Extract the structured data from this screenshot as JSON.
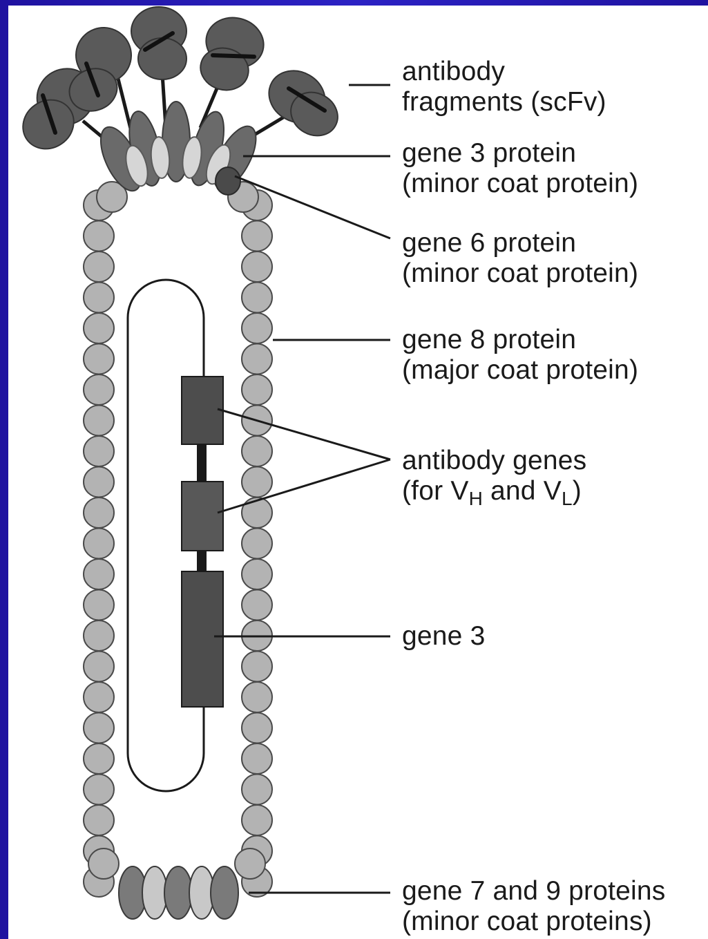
{
  "labels": {
    "antibody_fragments": [
      "antibody",
      "fragments (scFv)"
    ],
    "gene3_protein": [
      "gene 3 protein",
      "(minor coat protein)"
    ],
    "gene6_protein": [
      "gene 6 protein",
      "(minor coat protein)"
    ],
    "gene8_protein": [
      "gene 8 protein",
      "(major coat protein)"
    ],
    "antibody_genes": {
      "line1": "antibody genes",
      "line2_prefix": "(for V",
      "sub_h": "H",
      "line2_mid": " and V",
      "sub_l": "L",
      "line2_suffix": ")"
    },
    "gene3": [
      "gene 3"
    ],
    "gene7_9_proteins": [
      "gene 7 and 9 proteins",
      "(minor coat proteins)"
    ]
  },
  "colors": {
    "background_blue": "#2a1aa8",
    "panel": "#ffffff",
    "coat_protein": "#b3b3b3",
    "antibody_fragment": "#5a5a5a",
    "gene3_protein": "#6a6a6a",
    "light_protein": "#d6d6d6",
    "gene_block": "#4d4d4d",
    "line": "#1a1a1a"
  }
}
